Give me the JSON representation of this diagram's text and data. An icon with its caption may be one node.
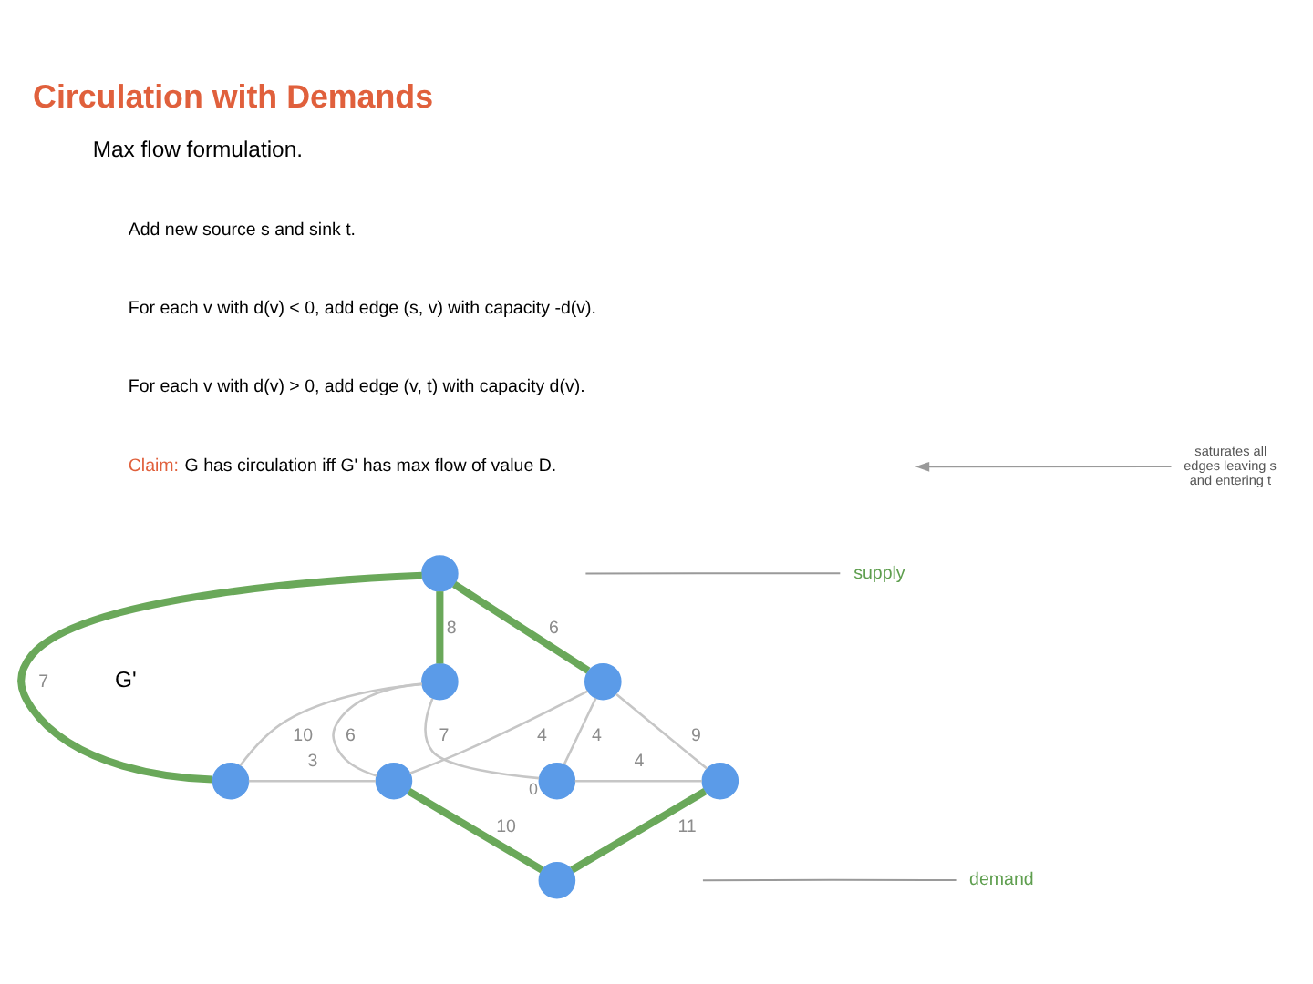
{
  "diagram": {
    "title": "Circulation with Demands",
    "nodes": [
      {
        "text": [
          "saturates all edges leaving s and entering t"
        ]
      },
      {
        "text": [],
        "shape": "circle"
      },
      {
        "text": [
          "supply"
        ]
      },
      {
        "text": [],
        "shape": "circle"
      },
      {
        "text": [],
        "shape": "circle"
      },
      {
        "text": [],
        "shape": "circle"
      },
      {
        "text": [],
        "shape": "circle"
      },
      {
        "text": [],
        "shape": "circle",
        "beside": [
          "0"
        ]
      },
      {
        "text": [],
        "shape": "circle"
      },
      {
        "text": [
          "demand"
        ]
      },
      {
        "text": [],
        "shape": "circle"
      }
    ],
    "edges": [
      {
        "from": 1,
        "to": 5,
        "arrow": "none",
        "label": "7",
        "style": "thick",
        "color": "#6aa85a"
      },
      {
        "from": 1,
        "to": 3,
        "arrow": "none",
        "label": "8",
        "style": "thick",
        "color": "#6aa85a"
      },
      {
        "from": 1,
        "to": 4,
        "arrow": "none",
        "label": "6",
        "style": "thick",
        "color": "#6aa85a"
      },
      {
        "from": 3,
        "to": 5,
        "arrow": "none",
        "label": "10"
      },
      {
        "from": 5,
        "to": 6,
        "arrow": "none",
        "label": "3"
      },
      {
        "from": 3,
        "to": 6,
        "arrow": "none",
        "label": "6"
      },
      {
        "from": 3,
        "to": 7,
        "arrow": "none",
        "label": "7"
      },
      {
        "from": 4,
        "to": 6,
        "arrow": "none",
        "label": "4"
      },
      {
        "from": 4,
        "to": 7,
        "arrow": "none",
        "label": "4"
      },
      {
        "from": 4,
        "to": 8,
        "arrow": "none",
        "label": "9"
      },
      {
        "from": 7,
        "to": 8,
        "arrow": "none",
        "label": "4"
      },
      {
        "from": 6,
        "to": 10,
        "arrow": "none",
        "label": "10",
        "style": "thick",
        "color": "#6aa85a"
      },
      {
        "from": 8,
        "to": 10,
        "arrow": "none",
        "label": "11",
        "style": "thick",
        "color": "#6aa85a"
      },
      {
        "from": 2,
        "to": null,
        "arrow": "none"
      },
      {
        "from": 9,
        "to": null,
        "arrow": "none"
      },
      {
        "from": 0,
        "to": null,
        "arrow": "to"
      }
    ],
    "labels": [
      "Max flow formulation.",
      "Add new source s and sink t.",
      "For each v with d(v) < 0, add edge (s, v) with capacity -d(v).",
      "For each v with d(v) > 0, add edge (v, t) with capacity d(v).",
      "Claim: G has circulation iff G' has max flow of value D.",
      "G'"
    ]
  }
}
